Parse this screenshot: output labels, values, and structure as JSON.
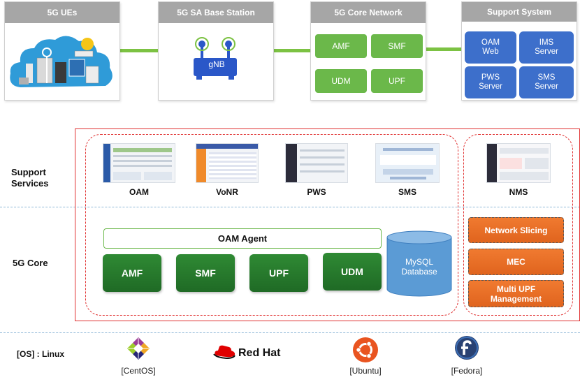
{
  "top": {
    "ues": {
      "title": "5G UEs"
    },
    "base_station": {
      "title": "5G SA Base Station",
      "device": "gNB"
    },
    "core": {
      "title": "5G Core Network",
      "nodes": [
        "AMF",
        "SMF",
        "UDM",
        "UPF"
      ]
    },
    "support": {
      "title": "Support System",
      "nodes": [
        "OAM\nWeb",
        "IMS\nServer",
        "PWS\nServer",
        "SMS\nServer"
      ]
    }
  },
  "middle": {
    "support_label": "Support\nServices",
    "core_label": "5G Core",
    "services": [
      "OAM",
      "VoNR",
      "PWS",
      "SMS"
    ],
    "nms": "NMS",
    "oam_agent": "OAM Agent",
    "core_functions": [
      "AMF",
      "SMF",
      "UPF",
      "UDM"
    ],
    "database": "MySQL\nDatabase",
    "features": [
      "Network Slicing",
      "MEC",
      "Multi UPF\nManagement"
    ]
  },
  "os": {
    "label": "[OS] : Linux",
    "distros": [
      "[CentOS]",
      "[Ubuntu]",
      "[Fedora]"
    ],
    "redhat_logo_text": "Red Hat"
  },
  "colors": {
    "link_green": "#7cc243",
    "node_green": "#6bb84a",
    "node_blue": "#3d6fcb",
    "core_green": "#1f6a25",
    "feature_orange": "#e0641e",
    "outer_red": "#e03030",
    "divider_blue": "#8fb8d8"
  }
}
